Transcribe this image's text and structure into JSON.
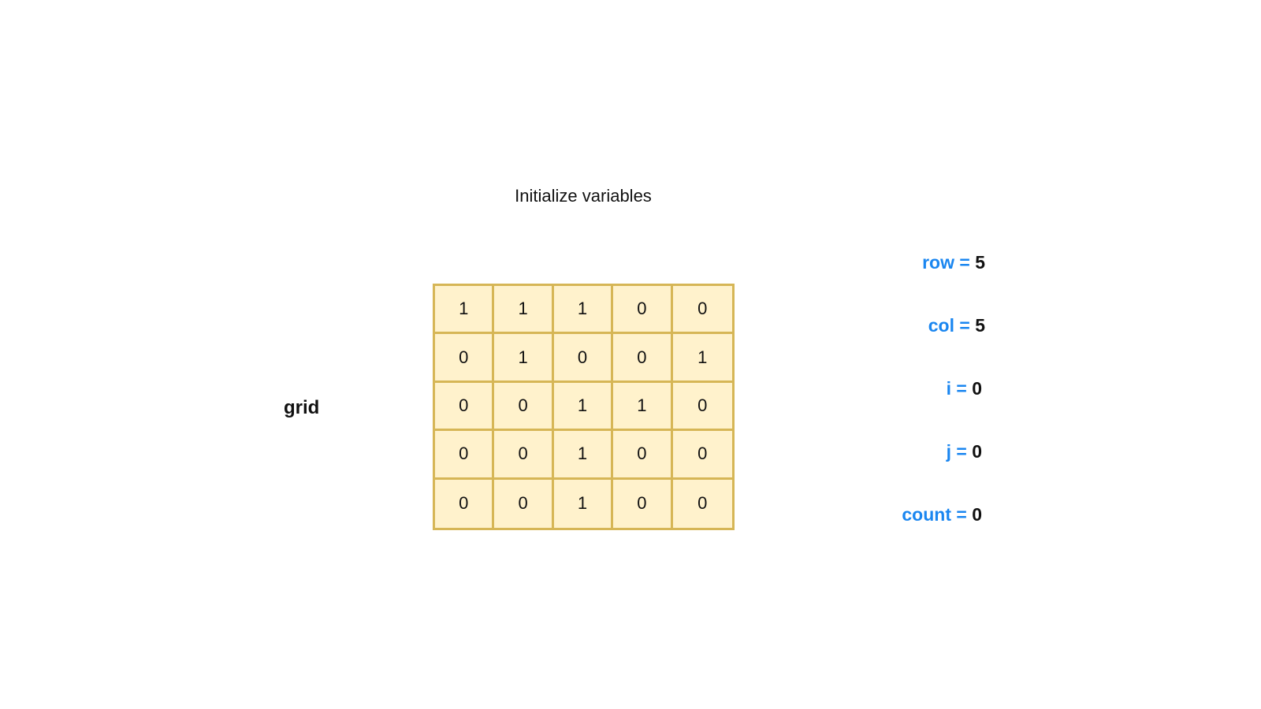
{
  "title": "Initialize variables",
  "grid_label": "grid",
  "grid": [
    [
      "1",
      "1",
      "1",
      "0",
      "0"
    ],
    [
      "0",
      "1",
      "0",
      "0",
      "1"
    ],
    [
      "0",
      "0",
      "1",
      "1",
      "0"
    ],
    [
      "0",
      "0",
      "1",
      "0",
      "0"
    ],
    [
      "0",
      "0",
      "1",
      "0",
      "0"
    ]
  ],
  "variables": [
    {
      "name": "row =",
      "value": "5"
    },
    {
      "name": "col =",
      "value": "5"
    },
    {
      "name": "i =",
      "value": "0"
    },
    {
      "name": "j =",
      "value": "0"
    },
    {
      "name": "count =",
      "value": "0"
    }
  ],
  "colors": {
    "cell_fill": "#fff2cc",
    "cell_border": "#d6b656",
    "variable_name": "#1a86f0",
    "text": "#111111"
  }
}
